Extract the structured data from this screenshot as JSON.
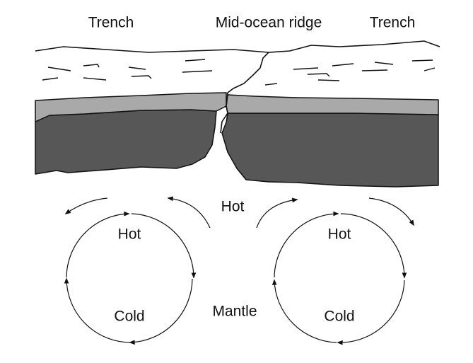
{
  "labels": {
    "trench_left": "Trench",
    "ridge": "Mid-ocean ridge",
    "trench_right": "Trench",
    "hot_center": "Hot",
    "hot_left": "Hot",
    "hot_right": "Hot",
    "cold_left": "Cold",
    "cold_right": "Cold",
    "mantle": "Mantle"
  },
  "colors": {
    "line": "#111111",
    "ocean_crust": "#a9a9a9",
    "lithosphere": "#575757",
    "background": "#ffffff"
  }
}
